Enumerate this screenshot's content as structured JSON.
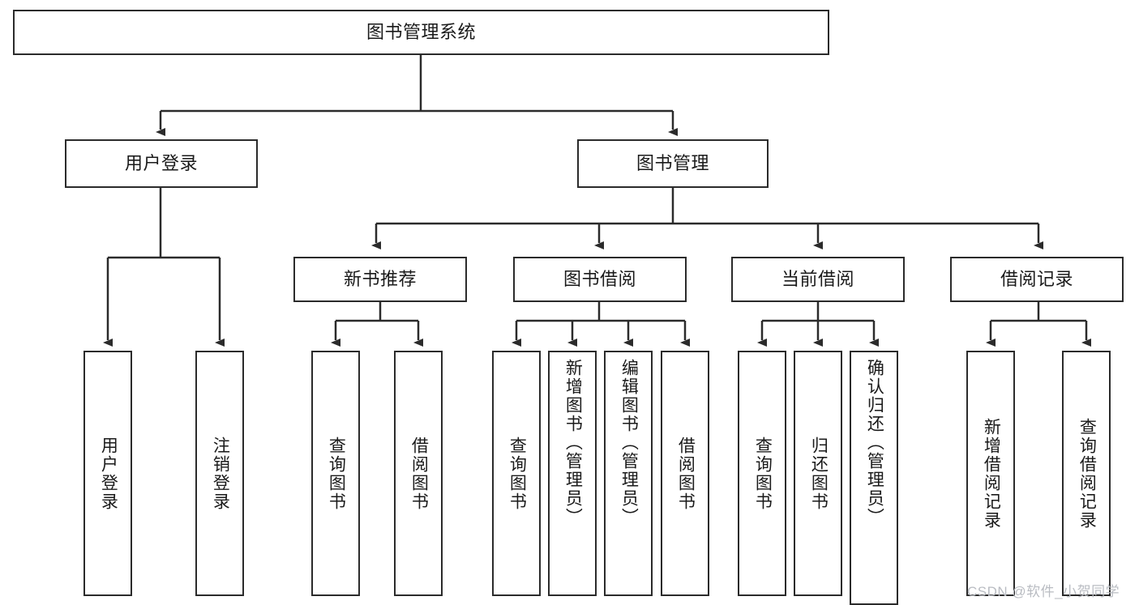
{
  "diagram": {
    "title": "图书管理系统",
    "type": "hierarchy-tree",
    "root": {
      "id": "root",
      "label": "图书管理系统",
      "orientation": "horizontal"
    },
    "level2": [
      {
        "id": "user-login",
        "label": "用户登录",
        "orientation": "horizontal"
      },
      {
        "id": "book-manage",
        "label": "图书管理",
        "orientation": "horizontal"
      }
    ],
    "level3": [
      {
        "id": "new-book-recommend",
        "label": "新书推荐",
        "orientation": "horizontal",
        "parent": "book-manage"
      },
      {
        "id": "book-borrow",
        "label": "图书借阅",
        "orientation": "horizontal",
        "parent": "book-manage"
      },
      {
        "id": "current-borrow",
        "label": "当前借阅",
        "orientation": "horizontal",
        "parent": "book-manage"
      },
      {
        "id": "borrow-record",
        "label": "借阅记录",
        "orientation": "horizontal",
        "parent": "book-manage"
      }
    ],
    "leaves": [
      {
        "id": "leaf-user-login",
        "label": "用户登录",
        "parent": "user-login",
        "orientation": "vertical"
      },
      {
        "id": "leaf-user-logout",
        "label": "注销登录",
        "parent": "user-login",
        "orientation": "vertical"
      },
      {
        "id": "leaf-query-book-1",
        "label": "查询图书",
        "parent": "new-book-recommend",
        "orientation": "vertical"
      },
      {
        "id": "leaf-borrow-book-1",
        "label": "借阅图书",
        "parent": "new-book-recommend",
        "orientation": "vertical"
      },
      {
        "id": "leaf-query-book-2",
        "label": "查询图书",
        "parent": "book-borrow",
        "orientation": "vertical"
      },
      {
        "id": "leaf-add-book",
        "label": "新增图书（管理员）",
        "parent": "book-borrow",
        "orientation": "vertical"
      },
      {
        "id": "leaf-edit-book",
        "label": "编辑图书（管理员）",
        "parent": "book-borrow",
        "orientation": "vertical"
      },
      {
        "id": "leaf-borrow-book-2",
        "label": "借阅图书",
        "parent": "book-borrow",
        "orientation": "vertical"
      },
      {
        "id": "leaf-query-book-3",
        "label": "查询图书",
        "parent": "current-borrow",
        "orientation": "vertical"
      },
      {
        "id": "leaf-return-book",
        "label": "归还图书",
        "parent": "current-borrow",
        "orientation": "vertical"
      },
      {
        "id": "leaf-confirm-return",
        "label": "确认归还（管理员）",
        "parent": "current-borrow",
        "orientation": "vertical"
      },
      {
        "id": "leaf-add-record",
        "label": "新增借阅记录",
        "parent": "borrow-record",
        "orientation": "vertical"
      },
      {
        "id": "leaf-query-record",
        "label": "查询借阅记录",
        "parent": "borrow-record",
        "orientation": "vertical"
      }
    ],
    "colors": {
      "stroke": "#2b2b2b",
      "background": "#ffffff",
      "text": "#1a1a1a",
      "watermark": "#b9bcc2"
    }
  },
  "watermark": {
    "text": "CSDN @软件_小贺同学"
  }
}
